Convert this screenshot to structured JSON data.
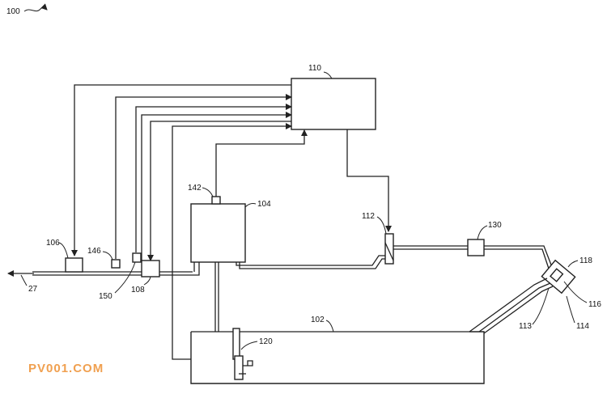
{
  "figure_ref": "100",
  "output_ref": "27",
  "labels": {
    "controller": "110",
    "engine": "104",
    "tank": "102",
    "valve_112": "112",
    "sensor_130": "130",
    "device_118": "118",
    "part_116": "116",
    "part_114": "114",
    "part_113": "113",
    "pump_120": "120",
    "sensor_142": "142",
    "sensor_106": "106",
    "sensor_146": "146",
    "sensor_150": "150",
    "unit_108": "108"
  },
  "watermark": "PV001.COM"
}
